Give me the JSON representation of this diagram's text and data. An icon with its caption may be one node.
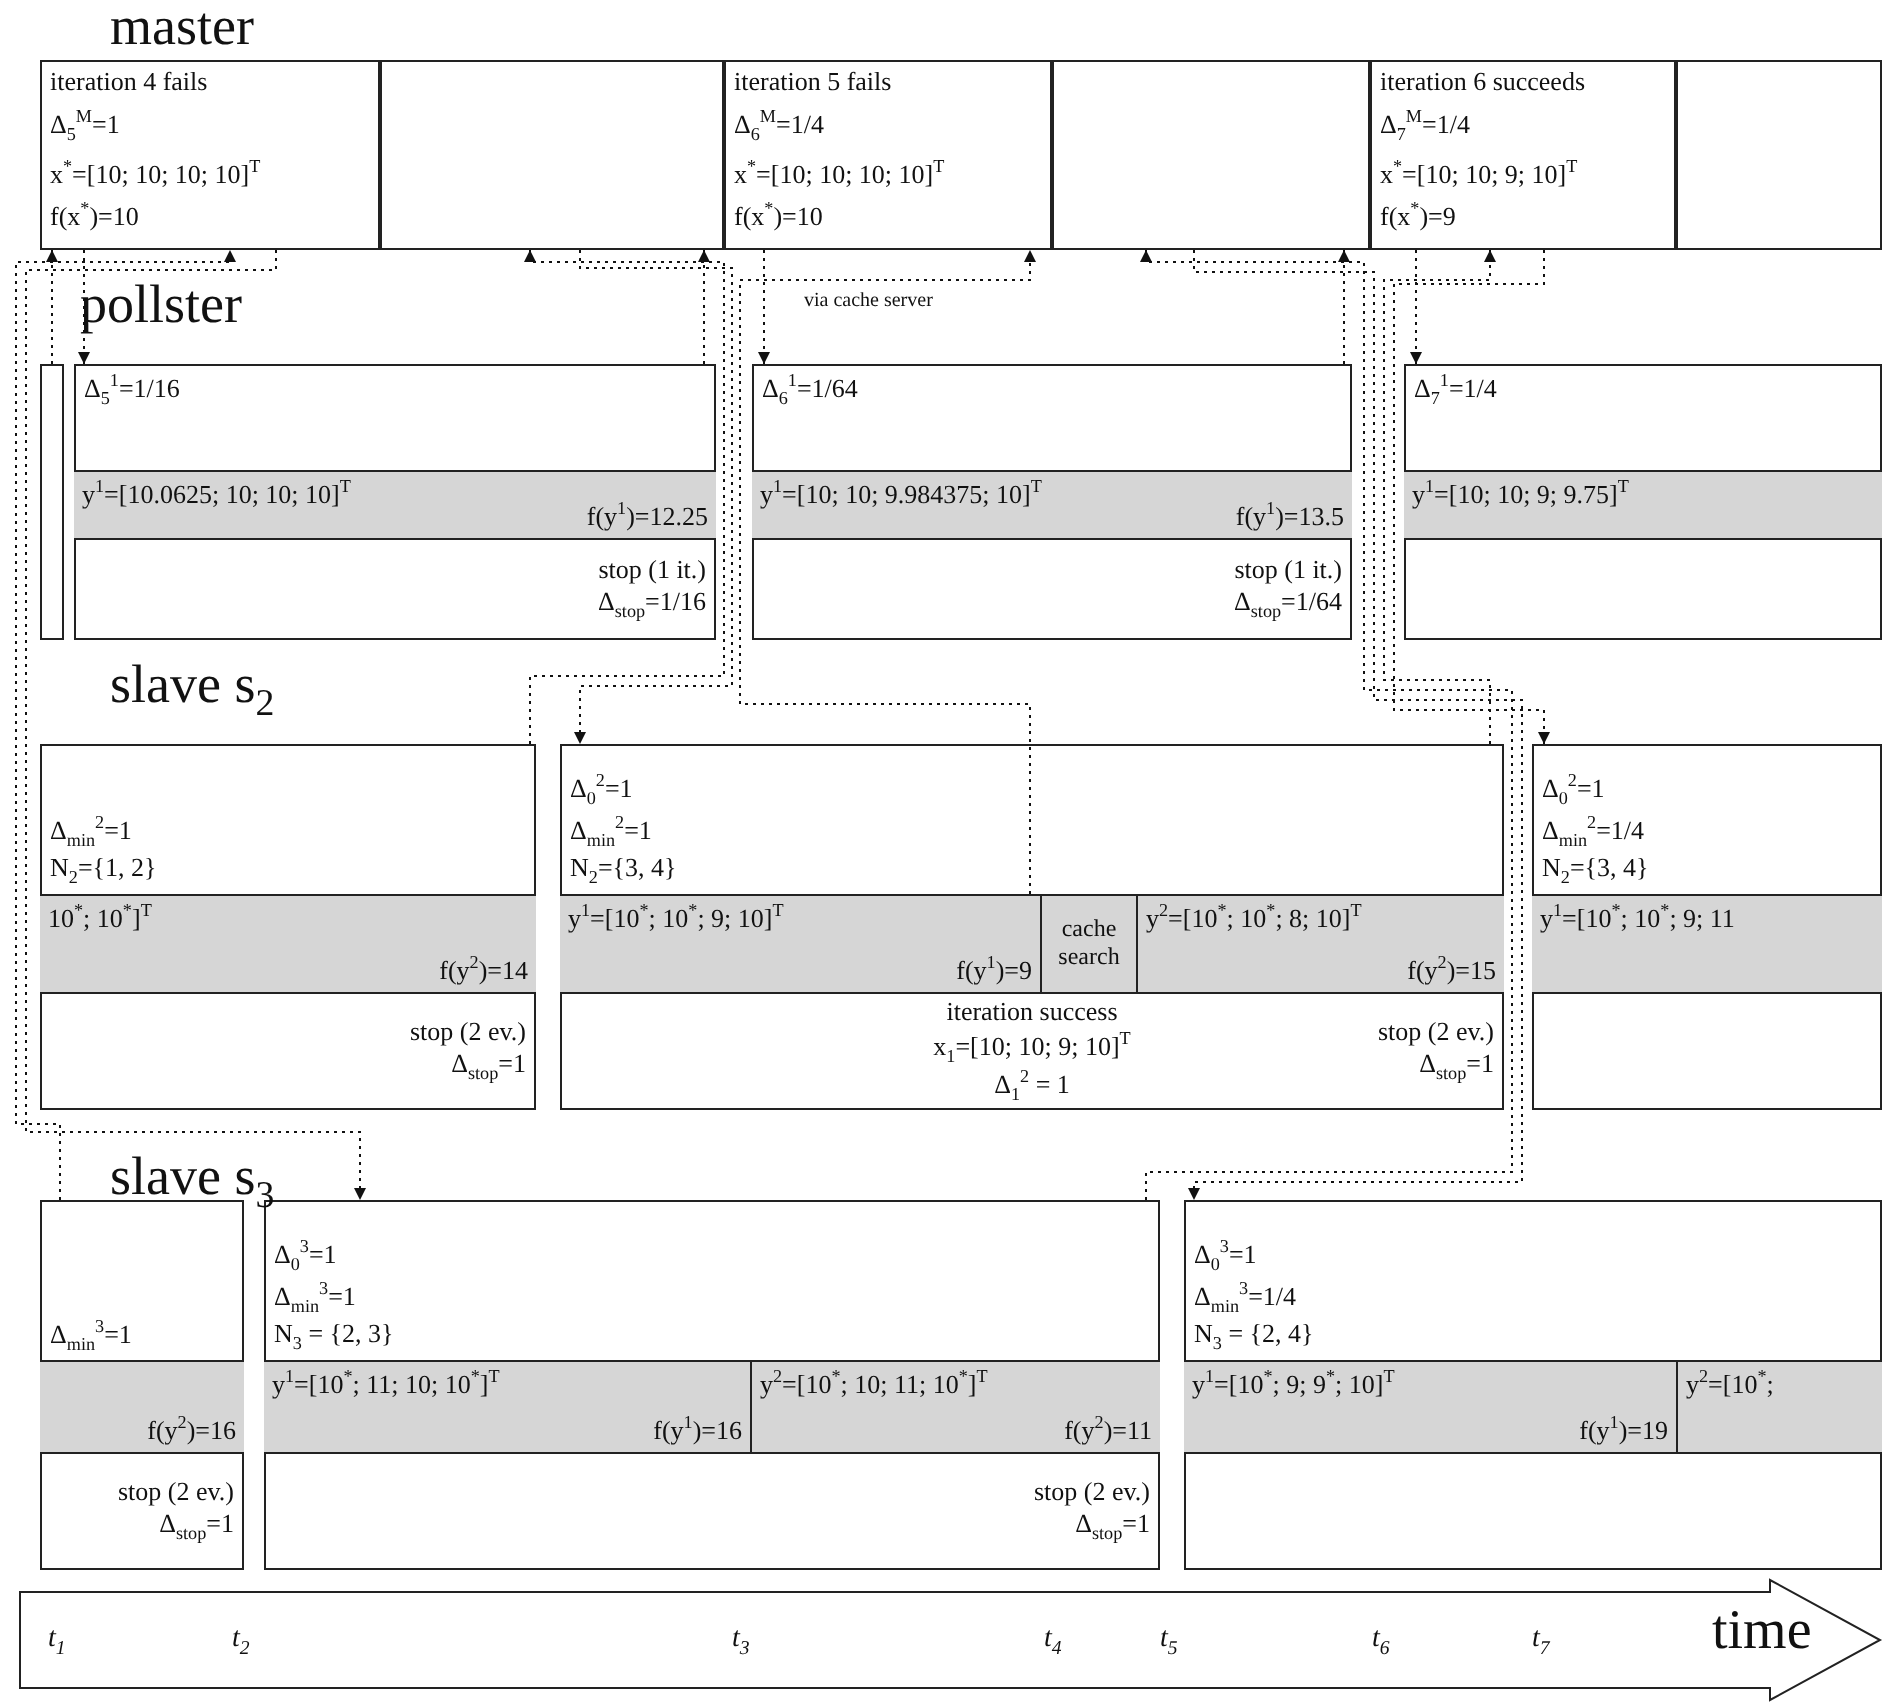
{
  "diagram": {
    "nodes": [
      {
        "text": [
          "iteration 4 fails",
          "Δ$_{5}$$^{M}$=1",
          "x$^{*}$=[10; 10; 10; 10]$^{T}$",
          "f(x$^{*}$)=10"
        ]
      },
      {
        "text": [],
        "shape": "box"
      },
      {
        "text": [
          "iteration 5 fails",
          "Δ$_{6}$$^{M}$=1/4",
          "x$^{*}$=[10; 10; 10; 10]$^{T}$",
          "f(x$^{*}$)=10"
        ]
      },
      {
        "text": [],
        "shape": "box"
      },
      {
        "text": [
          "iteration 6 succeeds",
          "Δ$_{7}$$^{M}$=1/4",
          "x$^{*}$=[10; 10; 9; 10]$^{T}$",
          "f(x$^{*}$)=9"
        ]
      },
      {
        "text": [],
        "shape": "box"
      },
      {
        "text": [],
        "shape": "box"
      },
      {
        "text": [
          "Δ$_{5}$$^{1}$=1/16",
          "stop (1 it.)",
          "Δ$_{stop}$=1/16"
        ]
      },
      {
        "text": [
          "y$^{1}$=[10.0625; 10; 10; 10]$^{T}$",
          "f(y$^{1}$)=12.25"
        ],
        "in": 7
      },
      {
        "text": [
          "Δ$_{6}$$^{1}$=1/64",
          "stop (1 it.)",
          "Δ$_{stop}$=1/64"
        ]
      },
      {
        "text": [
          "y$^{1}$=[10; 10; 9.984375; 10]$^{T}$",
          "f(y$^{1}$)=13.5"
        ],
        "in": 9
      },
      {
        "text": [
          "Δ$_{7}$$^{1}$=1/4"
        ]
      },
      {
        "text": [
          "y$^{1}$=[10; 10; 9; 9.75]$^{T}$"
        ],
        "in": 11
      },
      {
        "text": [
          "Δ$_{min}$$^{2}$=1",
          "N$_{2}$={1, 2}",
          "stop (2 ev.)",
          "Δ$_{stop}$=1"
        ]
      },
      {
        "text": [
          "10$^{*}$; 10$^{*}$]$^{T}$",
          "f(y$^{2}$)=14"
        ],
        "in": 13
      },
      {
        "text": [
          "Δ$_{0}$$^{2}$=1",
          "Δ$_{min}$$^{2}$=1",
          "N$_{2}$={3, 4}",
          "iteration success",
          "x$_{1}$=[10; 10; 9; 10]$^{T}$",
          "Δ$_{1}$$^{2}$ = 1",
          "stop (2 ev.)",
          "Δ$_{stop}$=1"
        ]
      },
      {
        "text": [
          "y$^{1}$=[10$^{*}$; 10$^{*}$; 9; 10]$^{T}$",
          "f(y$^{1}$)=9"
        ],
        "in": 15
      },
      {
        "text": [
          "cache search"
        ],
        "in": 15
      },
      {
        "text": [
          "y$^{2}$=[10$^{*}$; 10$^{*}$; 8; 10]$^{T}$",
          "f(y$^{2}$)=15"
        ],
        "in": 15
      },
      {
        "text": [
          "Δ$_{0}$$^{2}$=1",
          "Δ$_{min}$$^{2}$=1/4",
          "N$_{2}$={3, 4}"
        ]
      },
      {
        "text": [
          "y$^{1}$=[10$^{*}$; 10$^{*}$; 9; 11"
        ],
        "in": 19
      },
      {
        "text": [
          "Δ$_{min}$$^{3}$=1",
          "stop (2 ev.)",
          "Δ$_{stop}$=1"
        ]
      },
      {
        "text": [
          "f(y$^{2}$)=16"
        ],
        "in": 21
      },
      {
        "text": [
          "Δ$_{0}$$^{3}$=1",
          "Δ$_{min}$$^{3}$=1",
          "N$_{3}$ = {2, 3}",
          "stop (2 ev.)",
          "Δ$_{stop}$=1"
        ]
      },
      {
        "text": [
          "y$^{1}$=[10$^{*}$; 11; 10; 10$^{*}$]$^{T}$",
          "f(y$^{1}$)=16"
        ],
        "in": 23
      },
      {
        "text": [
          "y$^{2}$=[10$^{*}$; 10; 11; 10$^{*}$]$^{T}$",
          "f(y$^{2}$)=11"
        ],
        "in": 23
      },
      {
        "text": [
          "Δ$_{0}$$^{3}$=1",
          "Δ$_{min}$$^{3}$=1/4",
          "N$_{3}$ = {2, 4}"
        ]
      },
      {
        "text": [
          "y$^{1}$=[10$^{*}$; 9; 9$^{*}$; 10]$^{T}$",
          "f(y$^{1}$)=19"
        ],
        "in": 26
      },
      {
        "text": [
          "y$^{2}$=[10$^{*}$;"
        ],
        "in": 26
      }
    ],
    "edges": [
      {
        "from": 6,
        "to": 0,
        "arrow": "to"
      },
      {
        "from": 0,
        "to": 7,
        "arrow": "to"
      },
      {
        "from": 21,
        "to": 0,
        "arrow": "to"
      },
      {
        "from": 0,
        "to": 23,
        "arrow": "to"
      },
      {
        "from": 13,
        "to": 1,
        "arrow": "to"
      },
      {
        "from": 1,
        "to": 15,
        "arrow": "to"
      },
      {
        "from": 7,
        "to": 1,
        "arrow": "to"
      },
      {
        "from": 2,
        "to": 9,
        "arrow": "to"
      },
      {
        "from": 16,
        "to": 2,
        "arrow": "to",
        "label": "via cache server"
      },
      {
        "from": 23,
        "to": 3,
        "arrow": "to"
      },
      {
        "from": 3,
        "to": 26,
        "arrow": "to"
      },
      {
        "from": 9,
        "to": 3,
        "arrow": "to"
      },
      {
        "from": 4,
        "to": 11,
        "arrow": "to"
      },
      {
        "from": 15,
        "to": 4,
        "arrow": "to"
      },
      {
        "from": 4,
        "to": 19,
        "arrow": "to"
      }
    ],
    "labels": [
      "master",
      "pollster",
      "slave s$_{2}$",
      "slave s$_{3}$",
      "t$_{1}$",
      "t$_{2}$",
      "t$_{3}$",
      "t$_{4}$",
      "t$_{5}$",
      "t$_{6}$",
      "t$_{7}$",
      "time"
    ]
  }
}
